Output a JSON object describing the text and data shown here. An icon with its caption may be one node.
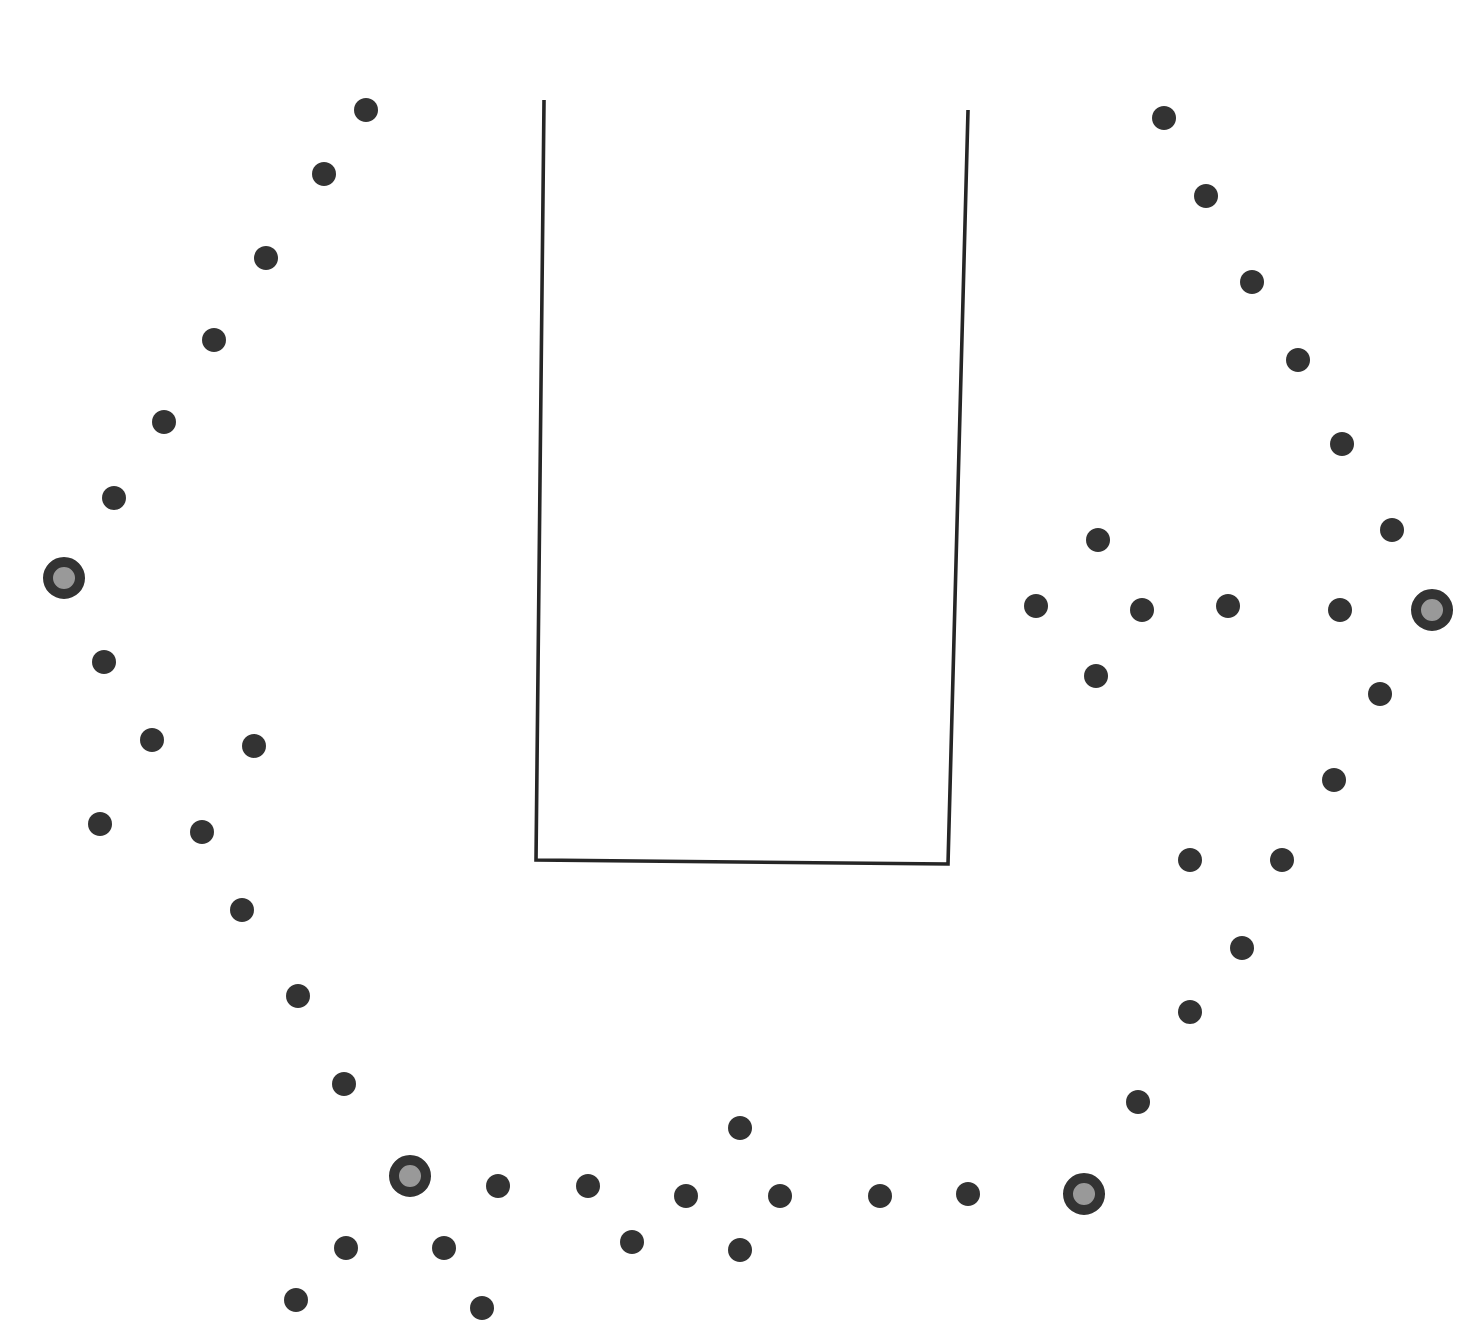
{
  "diagram": {
    "nodes": [
      {
        "text": [],
        "shape": "circle"
      },
      {
        "text": [],
        "shape": "circle"
      },
      {
        "text": [],
        "shape": "circle"
      },
      {
        "text": [],
        "shape": "circle"
      },
      {
        "text": [],
        "shape": "circle"
      },
      {
        "text": [],
        "shape": "circle"
      },
      {
        "text": [],
        "shape": "circle"
      },
      {
        "text": [],
        "shape": "circle"
      },
      {
        "text": [],
        "shape": "circle"
      },
      {
        "text": [],
        "shape": "circle"
      },
      {
        "text": [],
        "shape": "circle"
      },
      {
        "text": [],
        "shape": "circle"
      },
      {
        "text": [],
        "shape": "circle"
      },
      {
        "text": [],
        "shape": "circle"
      },
      {
        "text": [],
        "shape": "circle"
      },
      {
        "text": [],
        "shape": "circle"
      },
      {
        "text": [],
        "shape": "circle"
      },
      {
        "text": [],
        "shape": "circle"
      },
      {
        "text": [],
        "shape": "circle"
      },
      {
        "text": [],
        "shape": "circle"
      },
      {
        "text": [],
        "shape": "circle"
      },
      {
        "text": [],
        "shape": "circle"
      },
      {
        "text": [],
        "shape": "circle"
      },
      {
        "text": [],
        "shape": "circle"
      },
      {
        "text": [],
        "shape": "circle"
      },
      {
        "text": [],
        "shape": "circle"
      },
      {
        "text": [],
        "shape": "circle"
      },
      {
        "text": [],
        "shape": "circle"
      },
      {
        "text": [],
        "shape": "circle"
      },
      {
        "text": [],
        "shape": "circle"
      },
      {
        "text": [],
        "shape": "circle"
      },
      {
        "text": [],
        "shape": "circle"
      },
      {
        "text": [],
        "shape": "circle"
      },
      {
        "text": [],
        "shape": "circle"
      },
      {
        "text": [],
        "shape": "circle"
      },
      {
        "text": [],
        "shape": "circle"
      },
      {
        "text": [],
        "shape": "circle"
      },
      {
        "text": [],
        "shape": "circle"
      },
      {
        "text": [],
        "shape": "circle"
      },
      {
        "text": [],
        "shape": "circle"
      },
      {
        "text": [],
        "shape": "circle"
      },
      {
        "text": [],
        "shape": "circle"
      },
      {
        "text": [],
        "shape": "circle"
      },
      {
        "text": [],
        "shape": "circle"
      },
      {
        "text": [],
        "shape": "circle"
      },
      {
        "text": [],
        "shape": "circle"
      },
      {
        "text": [],
        "shape": "circle"
      },
      {
        "text": [],
        "shape": "circle"
      },
      {
        "text": [],
        "shape": "circle"
      },
      {
        "text": [],
        "shape": "circle"
      }
    ]
  }
}
